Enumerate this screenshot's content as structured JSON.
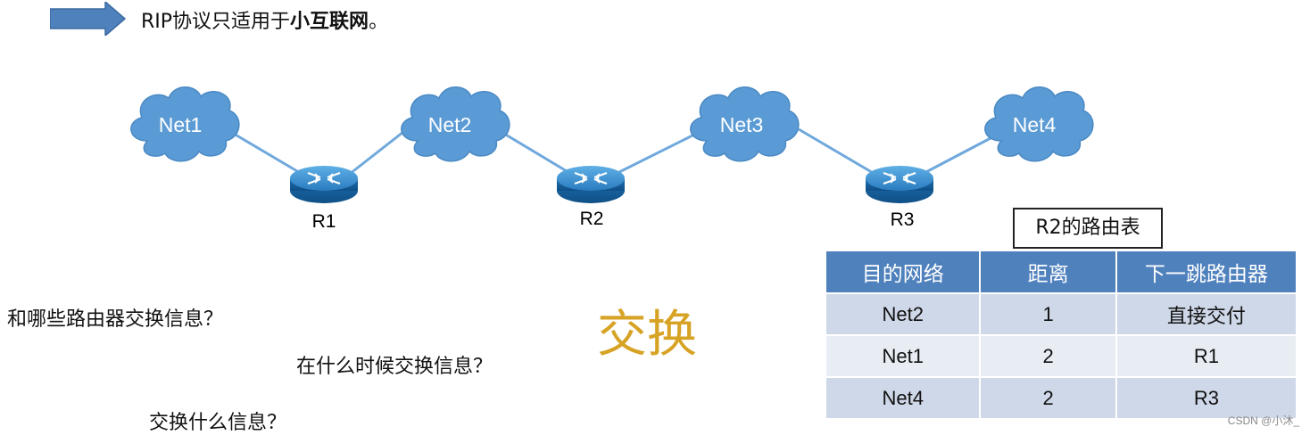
{
  "header": {
    "prefix": "RIP协议只适用于",
    "bold": "小互联网",
    "suffix": "。"
  },
  "networks": [
    "Net1",
    "Net2",
    "Net3",
    "Net4"
  ],
  "routers": [
    "R1",
    "R2",
    "R3"
  ],
  "questions": [
    "和哪些路由器交换信息？",
    "在什么时候交换信息？",
    "交换什么信息？"
  ],
  "exchange_label": "交换",
  "routing_table": {
    "caption": "R2的路由表",
    "headers": [
      "目的网络",
      "距离",
      "下一跳路由器"
    ],
    "rows": [
      [
        "Net2",
        "1",
        "直接交付"
      ],
      [
        "Net1",
        "2",
        "R1"
      ],
      [
        "Net4",
        "2",
        "R3"
      ]
    ]
  },
  "watermark": "CSDN @小沐_",
  "colors": {
    "arrow": "#4f81bd",
    "cloud": "#5b9bd5",
    "link": "#6fa8dc",
    "router": "#2e75b6",
    "table_header": "#4f81bd",
    "exchange_text": "#d7a325"
  }
}
